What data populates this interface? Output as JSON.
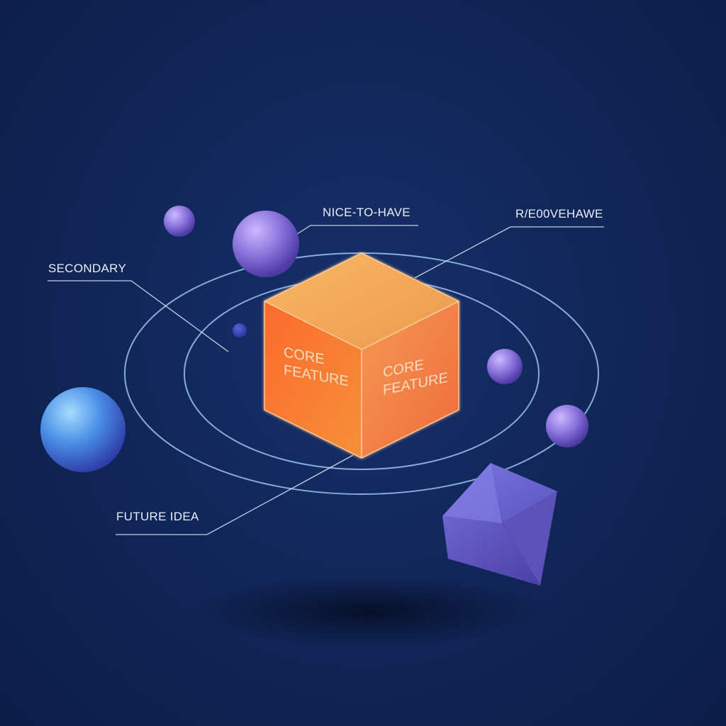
{
  "labels": {
    "nice_to_have": "NICE-TO-HAVE",
    "top_right": "R/E00VEHAWE",
    "secondary": "SECONDARY",
    "future_idea": "FUTURE IDEA"
  },
  "cube": {
    "left_face_line1": "CORE",
    "left_face_line2": "FEATURE",
    "right_face_line1": "CORE",
    "right_face_line2": "FEATURE"
  },
  "colors": {
    "background": "#11275a",
    "orbit": "#9cc3f0",
    "cube_top": "#f2a253",
    "cube_left": "#f5682a",
    "cube_right": "#f2834a",
    "sphere_purple": "#8a72db",
    "sphere_blue": "#4a8fe6",
    "polyhedron": "#6a63c9"
  }
}
